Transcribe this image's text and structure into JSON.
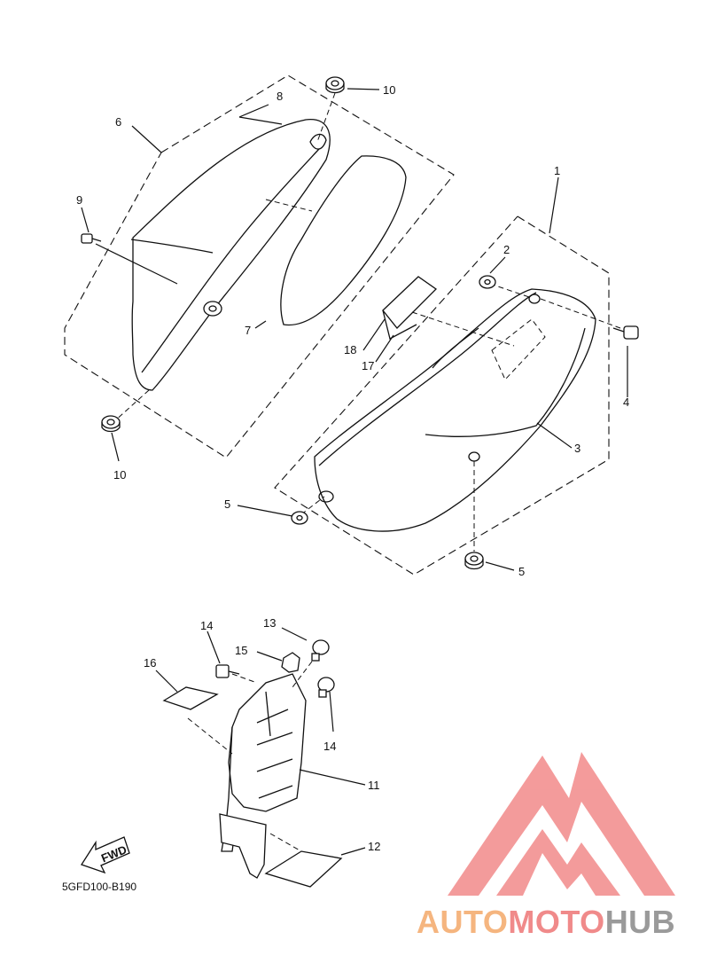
{
  "callouts": {
    "c1": "1",
    "c2": "2",
    "c3": "3",
    "c4": "4",
    "c5a": "5",
    "c5b": "5",
    "c6": "6",
    "c7": "7",
    "c8": "8",
    "c9": "9",
    "c10a": "10",
    "c10b": "10",
    "c11": "11",
    "c12": "12",
    "c13": "13",
    "c14a": "14",
    "c14b": "14",
    "c15": "15",
    "c16": "16",
    "c17": "17",
    "c18": "18"
  },
  "fwd_label": "FWD",
  "part_code": "5GFD100-B190",
  "watermark": {
    "part1": "AUTO",
    "part2": "MOTO",
    "part3": "HUB",
    "colors": {
      "auto": "#f5b57f",
      "moto": "#f08a8a",
      "hub": "#9a9a9a",
      "logo": "#f28a8a"
    }
  }
}
